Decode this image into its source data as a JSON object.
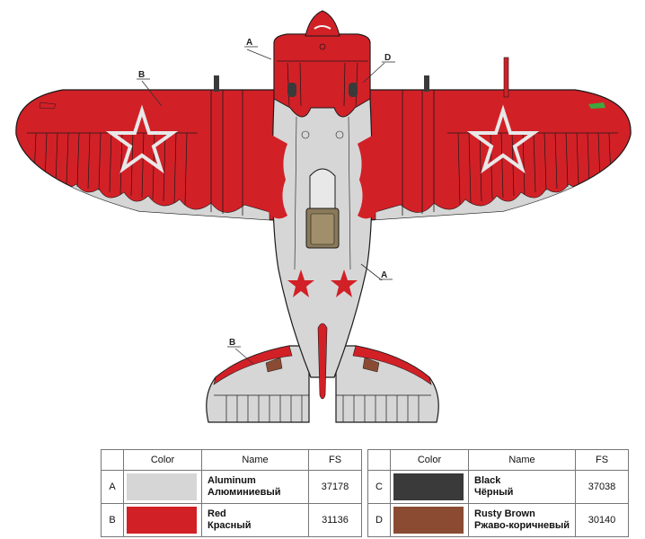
{
  "callouts": {
    "a_top": "A",
    "b_wing": "B",
    "d_top": "D",
    "a_fuselage": "A",
    "b_tail": "B"
  },
  "colors": {
    "red": "#d22027",
    "aluminum": "#d6d6d6",
    "black": "#3a3a3a",
    "rusty_brown": "#8a4b32",
    "cockpit": "#8a7a5a",
    "nav_green": "#3fa83f",
    "outline": "#1a1a1a"
  },
  "legend": {
    "headers": {
      "color": "Color",
      "name": "Name",
      "fs": "FS"
    },
    "rows": [
      {
        "letter": "A",
        "swatch": "#d6d6d6",
        "name_en": "Aluminum",
        "name_ru": "Алюминиевый",
        "fs": "37178"
      },
      {
        "letter": "B",
        "swatch": "#d22027",
        "name_en": "Red",
        "name_ru": "Красный",
        "fs": "31136"
      },
      {
        "letter": "C",
        "swatch": "#3a3a3a",
        "name_en": "Black",
        "name_ru": "Чёрный",
        "fs": "37038"
      },
      {
        "letter": "D",
        "swatch": "#8a4b32",
        "name_en": "Rusty Brown",
        "name_ru": "Ржаво-коричневый",
        "fs": "30140"
      }
    ]
  }
}
